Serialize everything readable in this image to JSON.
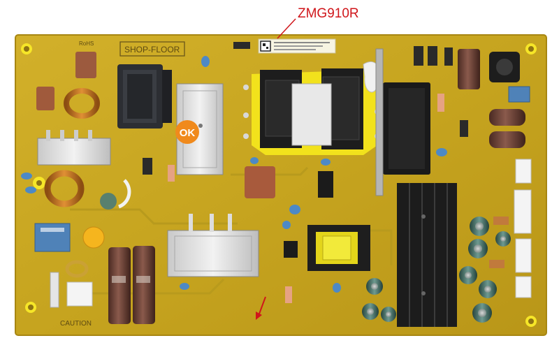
{
  "annotation": {
    "label": "ZMG910R",
    "color": "#d0161b"
  },
  "board": {
    "silkscreen_frame_text": "SHOP-FLOOR",
    "rohs_mark": "RoHS",
    "ok_sticker": "OK",
    "caution_text": "CAUTION",
    "colors": {
      "pcb": "#c9a821",
      "pcb_edge": "#b18f15",
      "mask_yellow": "#f2e21c",
      "heatsink": "#1c1c1c",
      "sticker": "#f08a1c"
    }
  }
}
